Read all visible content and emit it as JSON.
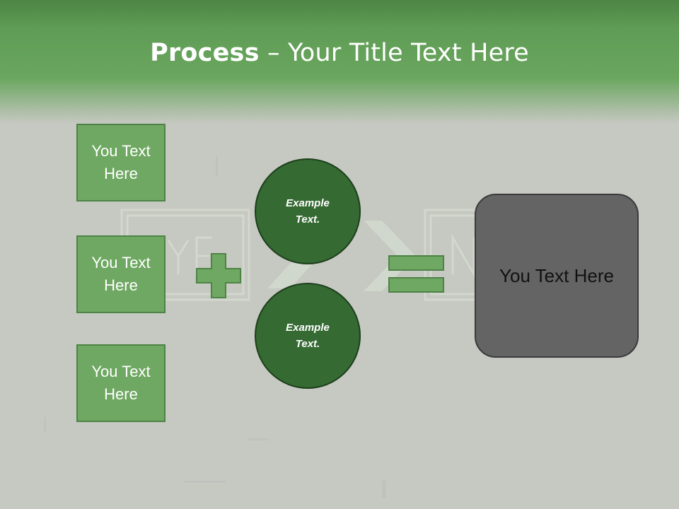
{
  "title": {
    "bold": "Process",
    "separator": " – ",
    "rest": "Your Title Text Here"
  },
  "boxes": [
    {
      "label": "You Text Here"
    },
    {
      "label": "You Text Here"
    },
    {
      "label": "You Text Here"
    }
  ],
  "circles": [
    {
      "label": "Example Text."
    },
    {
      "label": "Example Text."
    }
  ],
  "result": {
    "label": "You Text Here"
  },
  "operators": {
    "plus": "plus-icon",
    "equals": "equals-icon"
  },
  "colors": {
    "header_green": "#5f9c55",
    "box_green": "#6fa862",
    "circle_green": "#356a33",
    "result_gray": "#646464",
    "background": "#c6c8c2"
  }
}
